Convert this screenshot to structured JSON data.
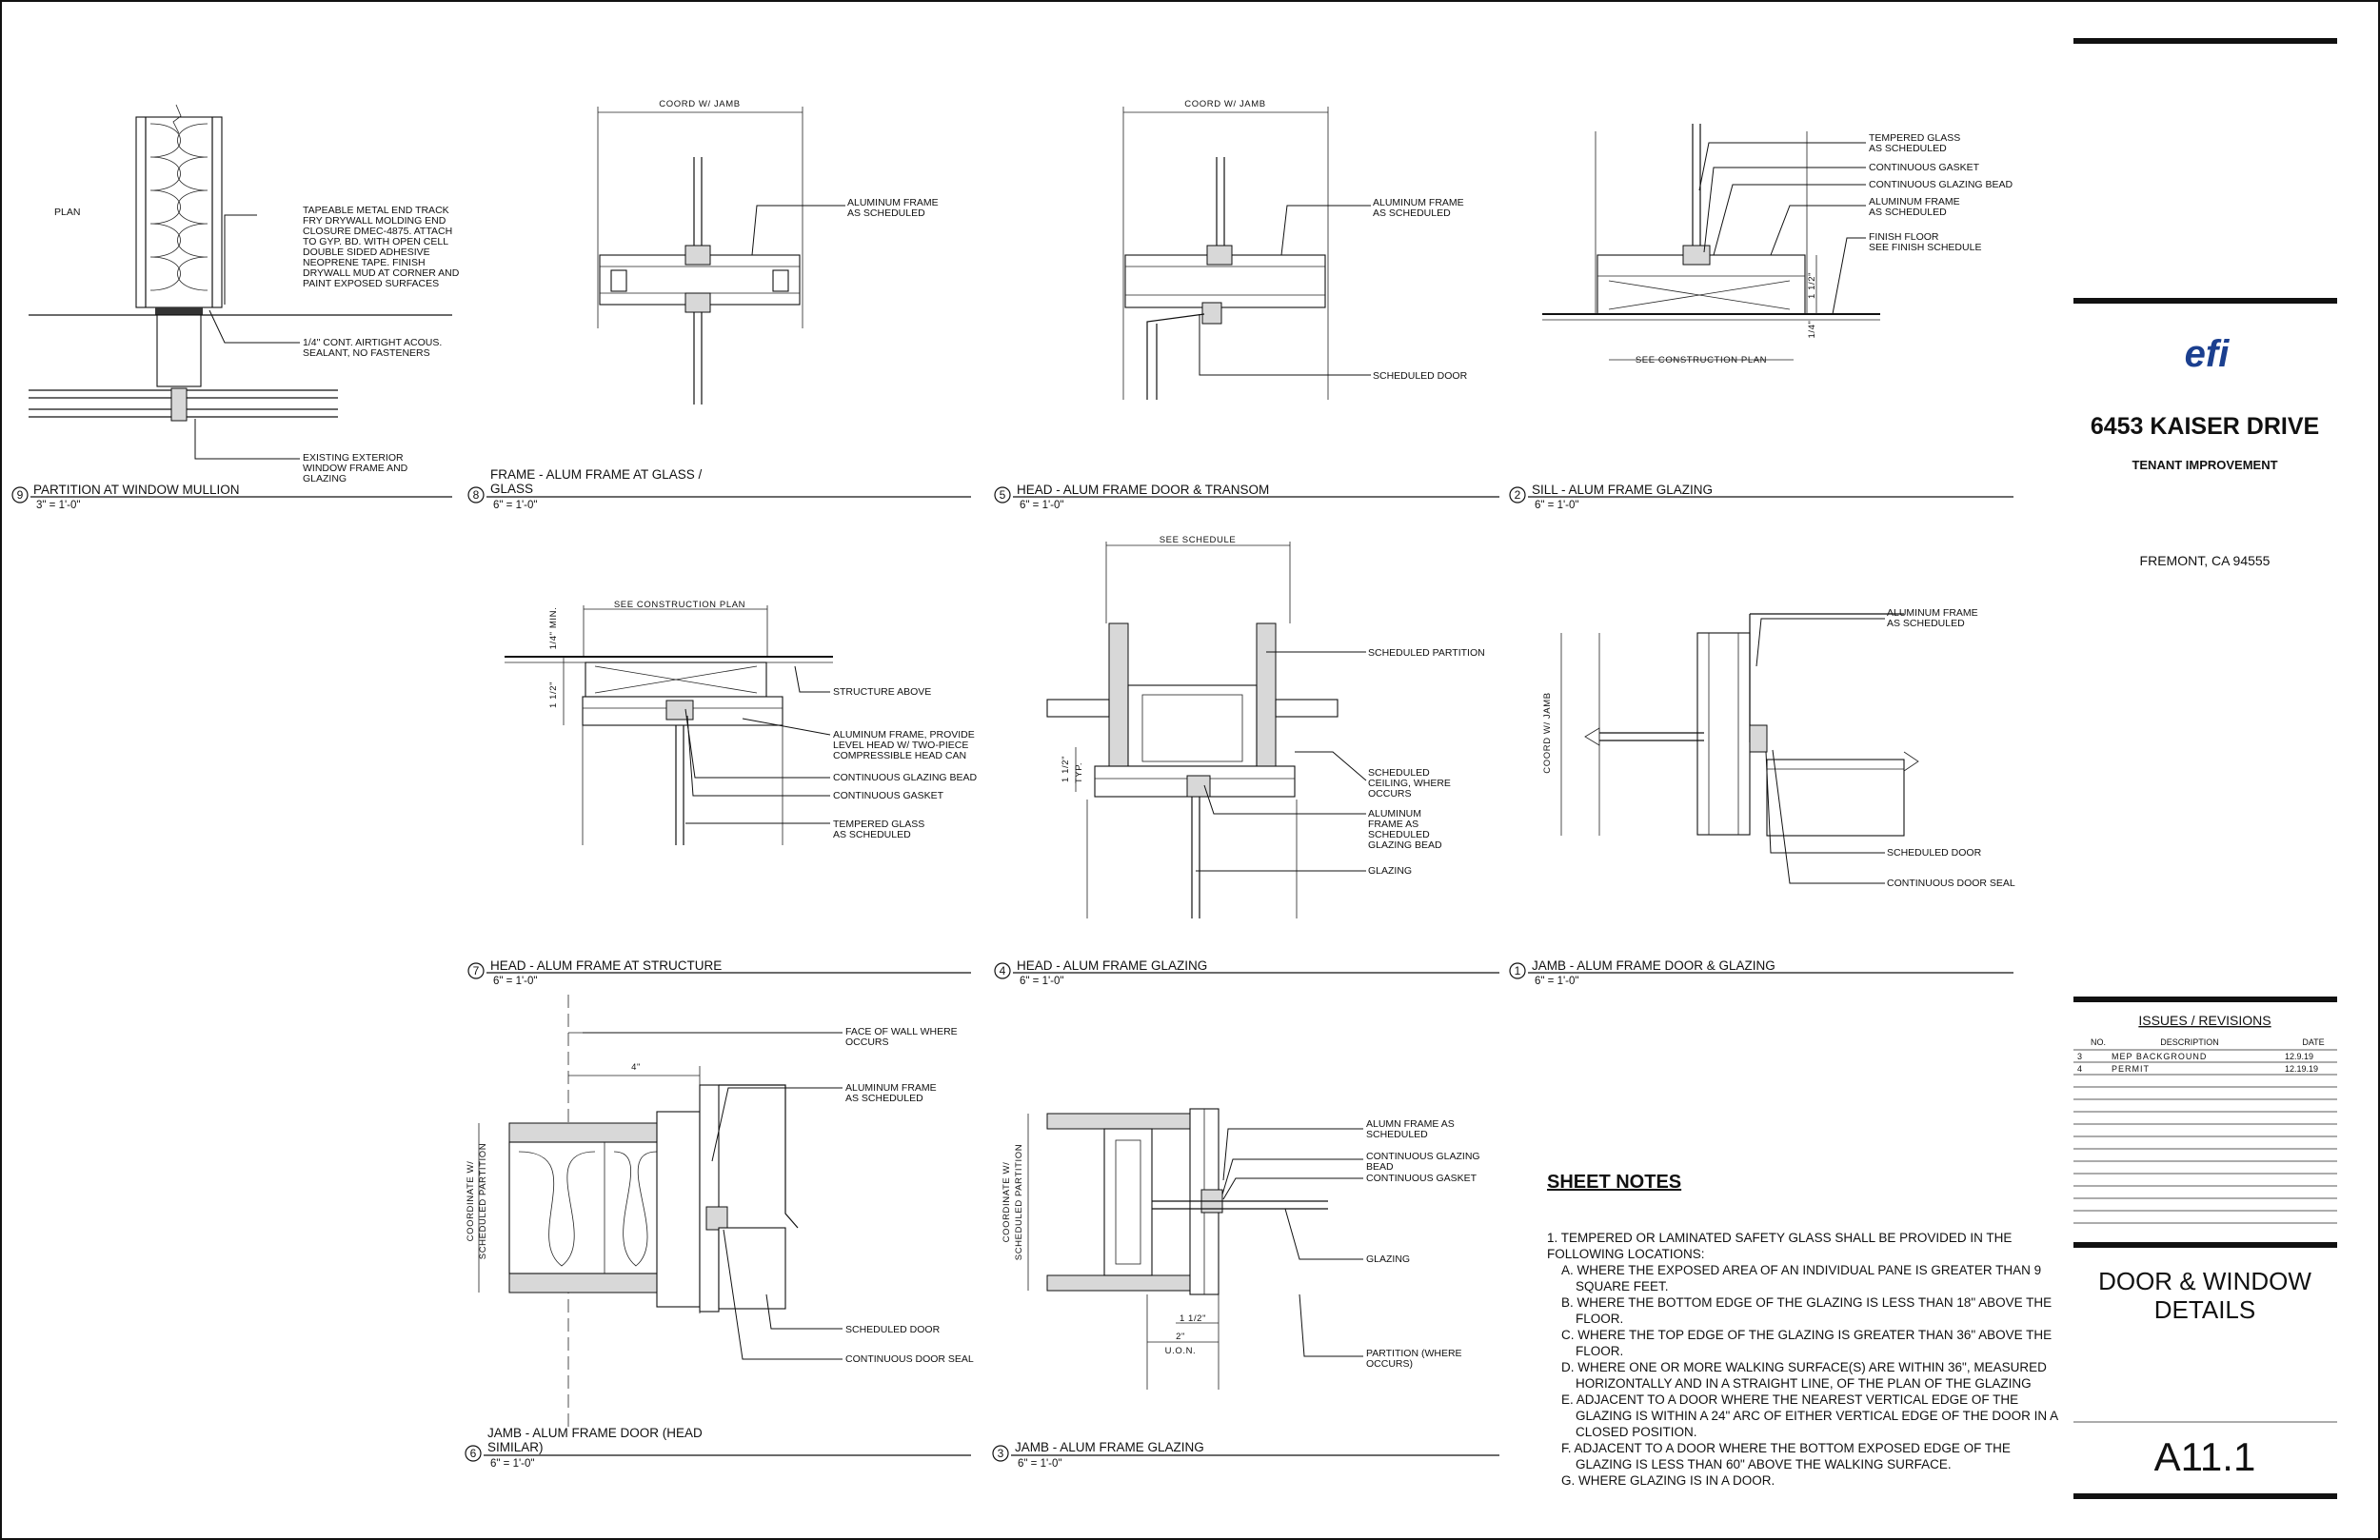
{
  "title_block": {
    "logo_text": "efi",
    "project_name": "6453 KAISER DRIVE",
    "project_type": "TENANT IMPROVEMENT",
    "city": "FREMONT, CA  94555",
    "issues_heading": "ISSUES / REVISIONS",
    "col_no": "NO.",
    "col_description": "DESCRIPTION",
    "col_date": "DATE",
    "revisions": [
      {
        "no": "3",
        "description": "MEP BACKGROUND",
        "date": "12.9.19"
      },
      {
        "no": "4",
        "description": "PERMIT",
        "date": "12.19.19"
      }
    ],
    "sheet_title_1": "DOOR & WINDOW",
    "sheet_title_2": "DETAILS",
    "sheet_number": "A11.1"
  },
  "details": {
    "d9": {
      "num": "9",
      "title": "PARTITION AT WINDOW MULLION",
      "scale": "3\" = 1'-0\"",
      "plan": "PLAN",
      "note1": [
        "TAPEABLE METAL END TRACK",
        "FRY DRYWALL MOLDING END",
        "CLOSURE DMEC-4875.  ATTACH",
        "TO GYP. BD. WITH OPEN CELL",
        "DOUBLE SIDED ADHESIVE",
        "NEOPRENE TAPE.   FINISH",
        "DRYWALL  MUD AT CORNER AND",
        "PAINT EXPOSED SURFACES"
      ],
      "note2": [
        "1/4\" CONT. AIRTIGHT ACOUS.",
        "SEALANT, NO FASTENERS"
      ],
      "note3": [
        "EXISTING EXTERIOR",
        "WINDOW FRAME AND",
        "GLAZING"
      ]
    },
    "d8": {
      "num": "8",
      "title_1": "FRAME - ALUM FRAME AT GLASS /",
      "title_2": "GLASS",
      "scale": "6\" = 1'-0\"",
      "dim": "COORD W/ JAMB",
      "note1": [
        "ALUMINUM FRAME",
        "AS SCHEDULED"
      ]
    },
    "d5": {
      "num": "5",
      "title": "HEAD - ALUM FRAME DOOR & TRANSOM",
      "scale": "6\" = 1'-0\"",
      "dim": "COORD W/ JAMB",
      "note1": [
        "ALUMINUM FRAME",
        "AS SCHEDULED"
      ],
      "note2": [
        "SCHEDULED DOOR"
      ]
    },
    "d2": {
      "num": "2",
      "title": "SILL - ALUM FRAME GLAZING",
      "scale": "6\" = 1'-0\"",
      "notes": [
        [
          "TEMPERED GLASS",
          "AS SCHEDULED"
        ],
        [
          "CONTINUOUS GASKET"
        ],
        [
          "CONTINUOUS GLAZING BEAD"
        ],
        [
          "ALUMINUM FRAME",
          "AS SCHEDULED"
        ],
        [
          "FINISH FLOOR",
          "SEE FINISH SCHEDULE"
        ]
      ],
      "dim_bottom": "SEE CONSTRUCTION PLAN",
      "dim_v1": "1 1/2\"",
      "dim_v2": "1/4\""
    },
    "d7": {
      "num": "7",
      "title": "HEAD - ALUM FRAME AT STRUCTURE",
      "scale": "6\" = 1'-0\"",
      "dim_top": "SEE CONSTRUCTION PLAN",
      "dim_v1": "1/4\" MIN.",
      "dim_v2": "1 1/2\"",
      "notes": [
        [
          "STRUCTURE ABOVE"
        ],
        [
          "ALUMINUM FRAME, PROVIDE",
          "LEVEL HEAD W/ TWO-PIECE",
          "COMPRESSIBLE HEAD CAN"
        ],
        [
          "CONTINUOUS GLAZING BEAD"
        ],
        [
          "CONTINUOUS GASKET"
        ],
        [
          "TEMPERED GLASS",
          "AS SCHEDULED"
        ]
      ]
    },
    "d4": {
      "num": "4",
      "title": "HEAD - ALUM FRAME GLAZING",
      "scale": "6\" = 1'-0\"",
      "dim_top": "SEE SCHEDULE",
      "dim_v": "1 1/2\"",
      "dim_typ": "TYP.",
      "notes": [
        [
          "SCHEDULED PARTITION"
        ],
        [
          "SCHEDULED",
          "CEILING, WHERE",
          "OCCURS"
        ],
        [
          "ALUMINUM",
          "FRAME AS",
          "SCHEDULED",
          "GLAZING BEAD"
        ],
        [
          "GLAZING"
        ]
      ]
    },
    "d1": {
      "num": "1",
      "title": "JAMB - ALUM FRAME DOOR & GLAZING",
      "scale": "6\" = 1'-0\"",
      "dim_v": "COORD W/ JAMB",
      "notes": [
        [
          "ALUMINUM FRAME",
          "AS SCHEDULED"
        ],
        [
          "SCHEDULED DOOR"
        ],
        [
          "CONTINUOUS DOOR SEAL"
        ]
      ]
    },
    "d6": {
      "num": "6",
      "title_1": "JAMB - ALUM FRAME DOOR (HEAD",
      "title_2": "SIMILAR)",
      "scale": "6\" = 1'-0\"",
      "dim_4": "4\"",
      "dim_v1": "COORDINATE W/",
      "dim_v2": "SCHEDULED PARTITION",
      "notes": [
        [
          "FACE OF WALL WHERE",
          "OCCURS"
        ],
        [
          "ALUMINUM FRAME",
          "AS SCHEDULED"
        ],
        [
          "SCHEDULED DOOR"
        ],
        [
          "CONTINUOUS DOOR SEAL"
        ]
      ]
    },
    "d3": {
      "num": "3",
      "title": "JAMB - ALUM FRAME GLAZING",
      "scale": "6\" = 1'-0\"",
      "dim_v1": "COORDINATE W/",
      "dim_v2": "SCHEDULED PARTITION",
      "dim_a": "1 1/2\"",
      "dim_b": "2\"",
      "dim_c": "U.O.N.",
      "notes": [
        [
          "ALUMN FRAME AS",
          "SCHEDULED"
        ],
        [
          "CONTINUOUS GLAZING",
          "BEAD"
        ],
        [
          "CONTINUOUS GASKET"
        ],
        [
          "GLAZING"
        ],
        [
          "PARTITION (WHERE",
          "OCCURS)"
        ]
      ]
    }
  },
  "sheet_notes": {
    "heading": "SHEET NOTES",
    "lines": [
      "1. TEMPERED OR LAMINATED SAFETY GLASS SHALL BE PROVIDED IN THE",
      "FOLLOWING LOCATIONS:",
      "A. WHERE THE EXPOSED AREA OF AN INDIVIDUAL PANE IS GREATER THAN 9",
      "SQUARE FEET.",
      "B. WHERE THE BOTTOM EDGE OF THE GLAZING IS LESS THAN 18\" ABOVE THE",
      "FLOOR.",
      "C. WHERE THE TOP EDGE OF THE GLAZING IS GREATER THAN 36\" ABOVE THE",
      "FLOOR.",
      "D. WHERE ONE OR MORE WALKING SURFACE(S) ARE WITHIN 36\", MEASURED",
      "HORIZONTALLY AND IN A STRAIGHT LINE, OF THE PLAN OF THE GLAZING",
      "E. ADJACENT TO A DOOR WHERE THE NEAREST VERTICAL EDGE OF THE",
      "GLAZING IS WITHIN A 24\" ARC OF EITHER VERTICAL EDGE OF THE DOOR IN A",
      "CLOSED POSITION.",
      "F. ADJACENT TO A DOOR WHERE THE BOTTOM EXPOSED EDGE OF THE",
      "GLAZING IS LESS THAN 60\" ABOVE THE WALKING SURFACE.",
      "G. WHERE GLAZING IS IN A DOOR."
    ]
  }
}
